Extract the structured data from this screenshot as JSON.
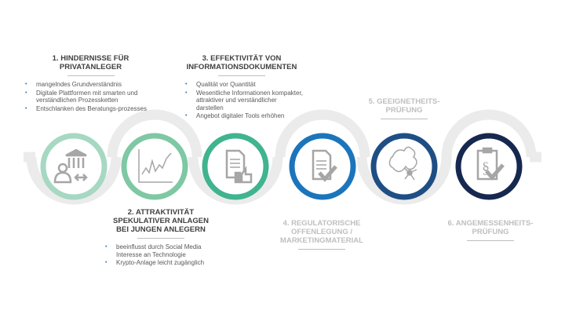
{
  "steps": [
    {
      "title": "1. HINDERNISSE FÜR PRIVATANLEGER",
      "title_l1": "1. HINDERNISSE FÜR",
      "title_l2": "PRIVATANLEGER",
      "bullets": [
        "mangelndes Grundverständnis",
        "Digitale Plattformen mit smarten und verständlichen Prozessketten",
        "Entschlanken des Beratungs-prozesses"
      ],
      "color": "#a6d8c2",
      "icon": "bank-person-exchange-icon"
    },
    {
      "title_l1": "2. ATTRAKTIVITÄT",
      "title_l2": "SPEKULATIVER ANLAGEN",
      "title_l3": "BEI JUNGEN ANLEGERN",
      "bullets": [
        "beeinflusst durch Social Media Interesse an Technologie",
        "Krypto-Anlage leicht zugänglich"
      ],
      "color": "#7ec8a3",
      "icon": "line-chart-icon"
    },
    {
      "title_l1": "3. EFFEKTIVITÄT VON",
      "title_l2": "INFORMATIONSDOKUMENTEN",
      "bullets": [
        "Qualität vor Quantität",
        "Wesentliche Informationen kompakter, attraktiver und verständlicher darstellen",
        "Angebot digitaler Tools erhöhen"
      ],
      "color": "#3fb48f",
      "icon": "document-thumbs-up-icon"
    },
    {
      "title_l1": "4. REGULATORISCHE",
      "title_l2": "OFFENLEGUNG /",
      "title_l3": "MARKETINGMATERIAL",
      "color": "#1b75bb",
      "icon": "document-check-icon"
    },
    {
      "title_l1": "5. GEEIGNETHEITS-",
      "title_l2": "PRÜFUNG",
      "color": "#1f4e85",
      "icon": "puzzle-network-icon"
    },
    {
      "title_l1": "6. ANGEMESSENHEITS-",
      "title_l2": "PRÜFUNG",
      "color": "#16284f",
      "icon": "clipboard-paragraph-check-icon"
    }
  ]
}
